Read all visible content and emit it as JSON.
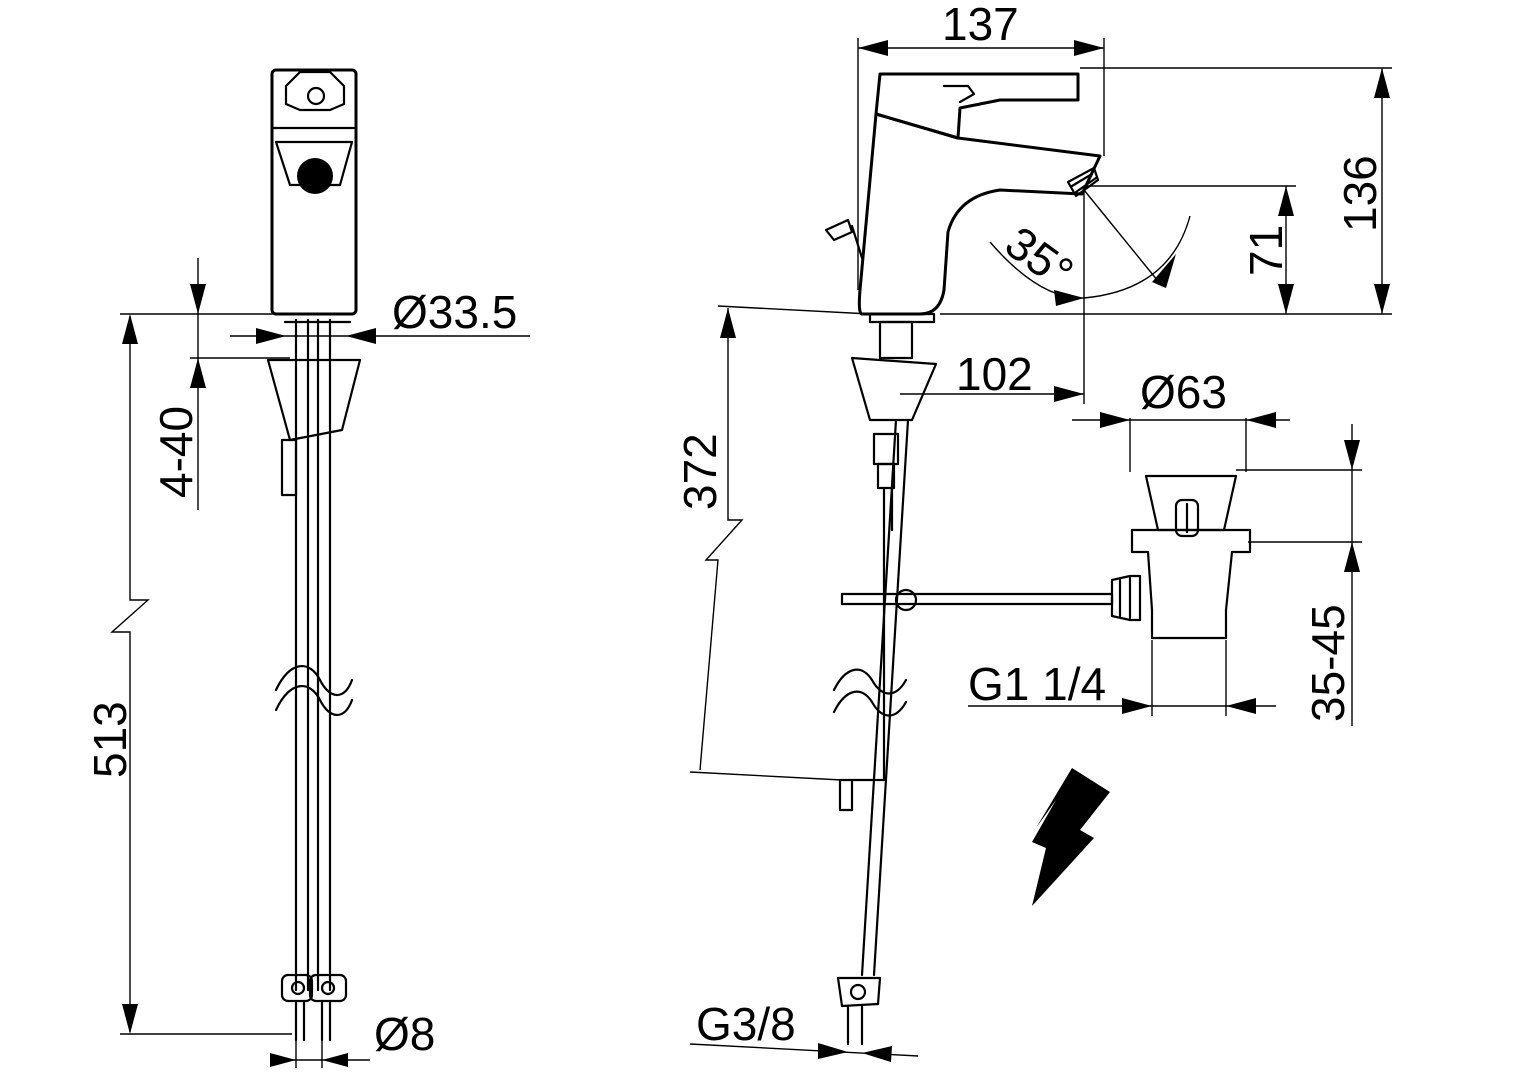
{
  "dimensions": {
    "width_137": "137",
    "height_136": "136",
    "height_71": "71",
    "angle_35": "35°",
    "reach_102": "102",
    "diameter_33_5": "Ø33.5",
    "range_4_40": "4-40",
    "length_513": "513",
    "diameter_8": "Ø8",
    "length_372": "372",
    "diameter_63": "Ø63",
    "range_35_45": "35-45",
    "thread_g1_1_4": "G1 1/4",
    "thread_g3_8": "G3/8"
  },
  "icons": {
    "power_symbol": "lightning-bolt-icon"
  }
}
